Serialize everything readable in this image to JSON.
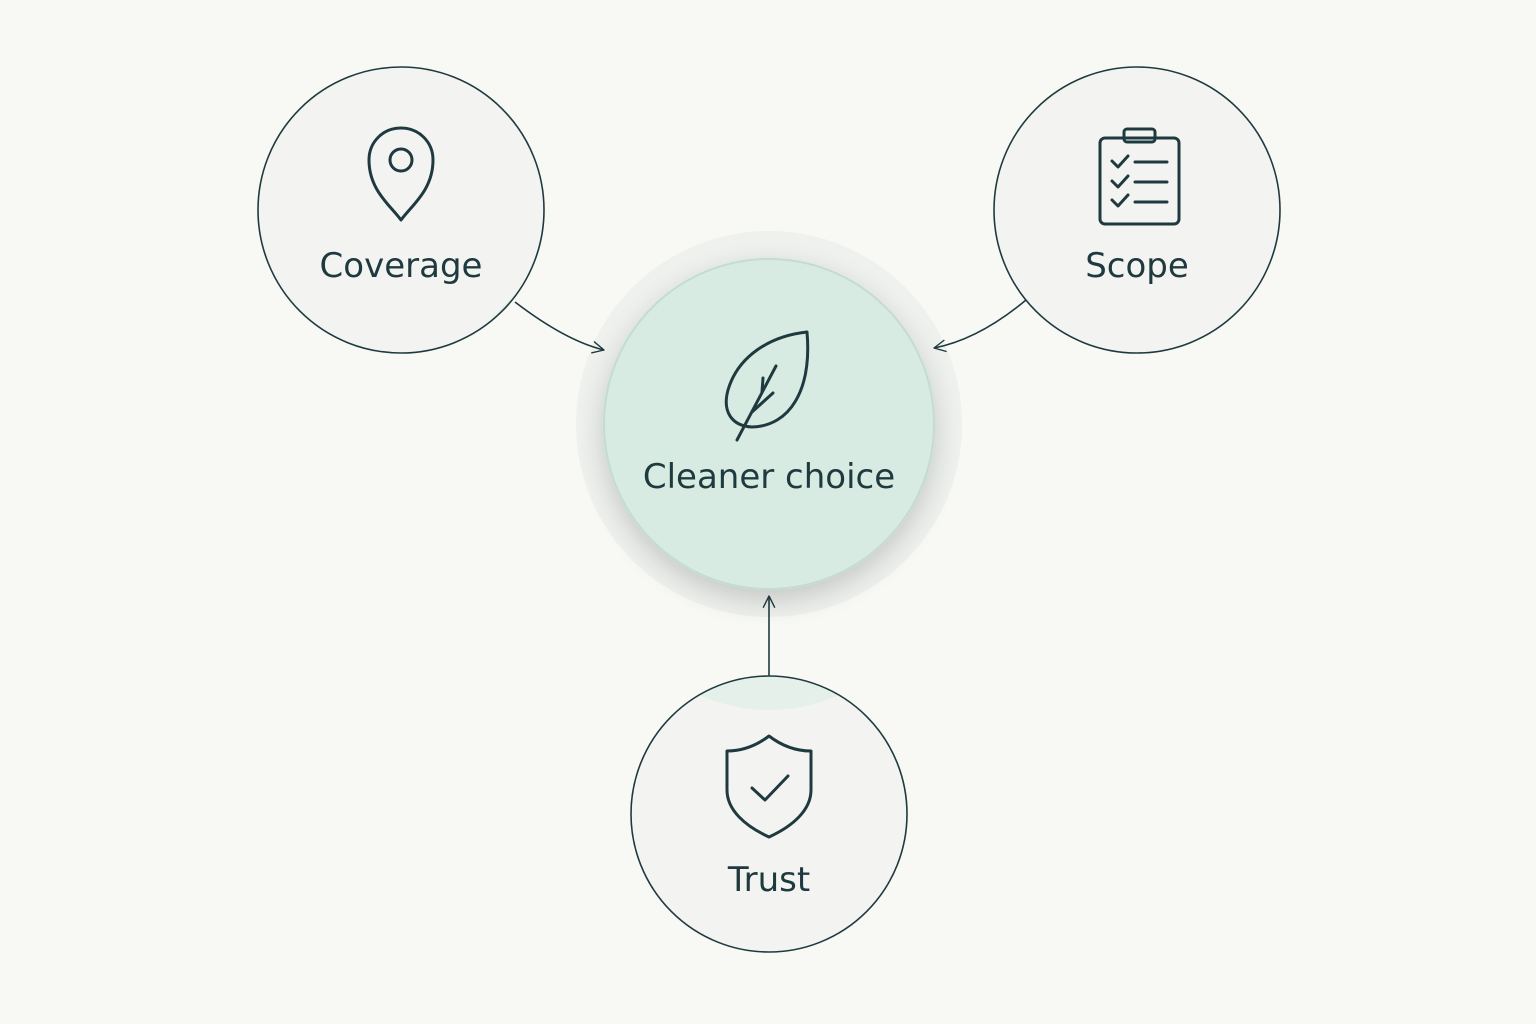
{
  "diagram": {
    "center": {
      "label": "Cleaner choice",
      "icon": "leaf-icon"
    },
    "nodes": [
      {
        "key": "coverage",
        "label": "Coverage",
        "icon": "location-pin-icon"
      },
      {
        "key": "scope",
        "label": "Scope",
        "icon": "clipboard-checklist-icon"
      },
      {
        "key": "trust",
        "label": "Trust",
        "icon": "shield-check-icon"
      }
    ]
  },
  "colors": {
    "background": "#f8f8f5",
    "outline": "#1f3a3f",
    "center_fill": "#d9ece3",
    "center_halo": "#eef2ef",
    "accent_tint": "#e3efe9"
  }
}
